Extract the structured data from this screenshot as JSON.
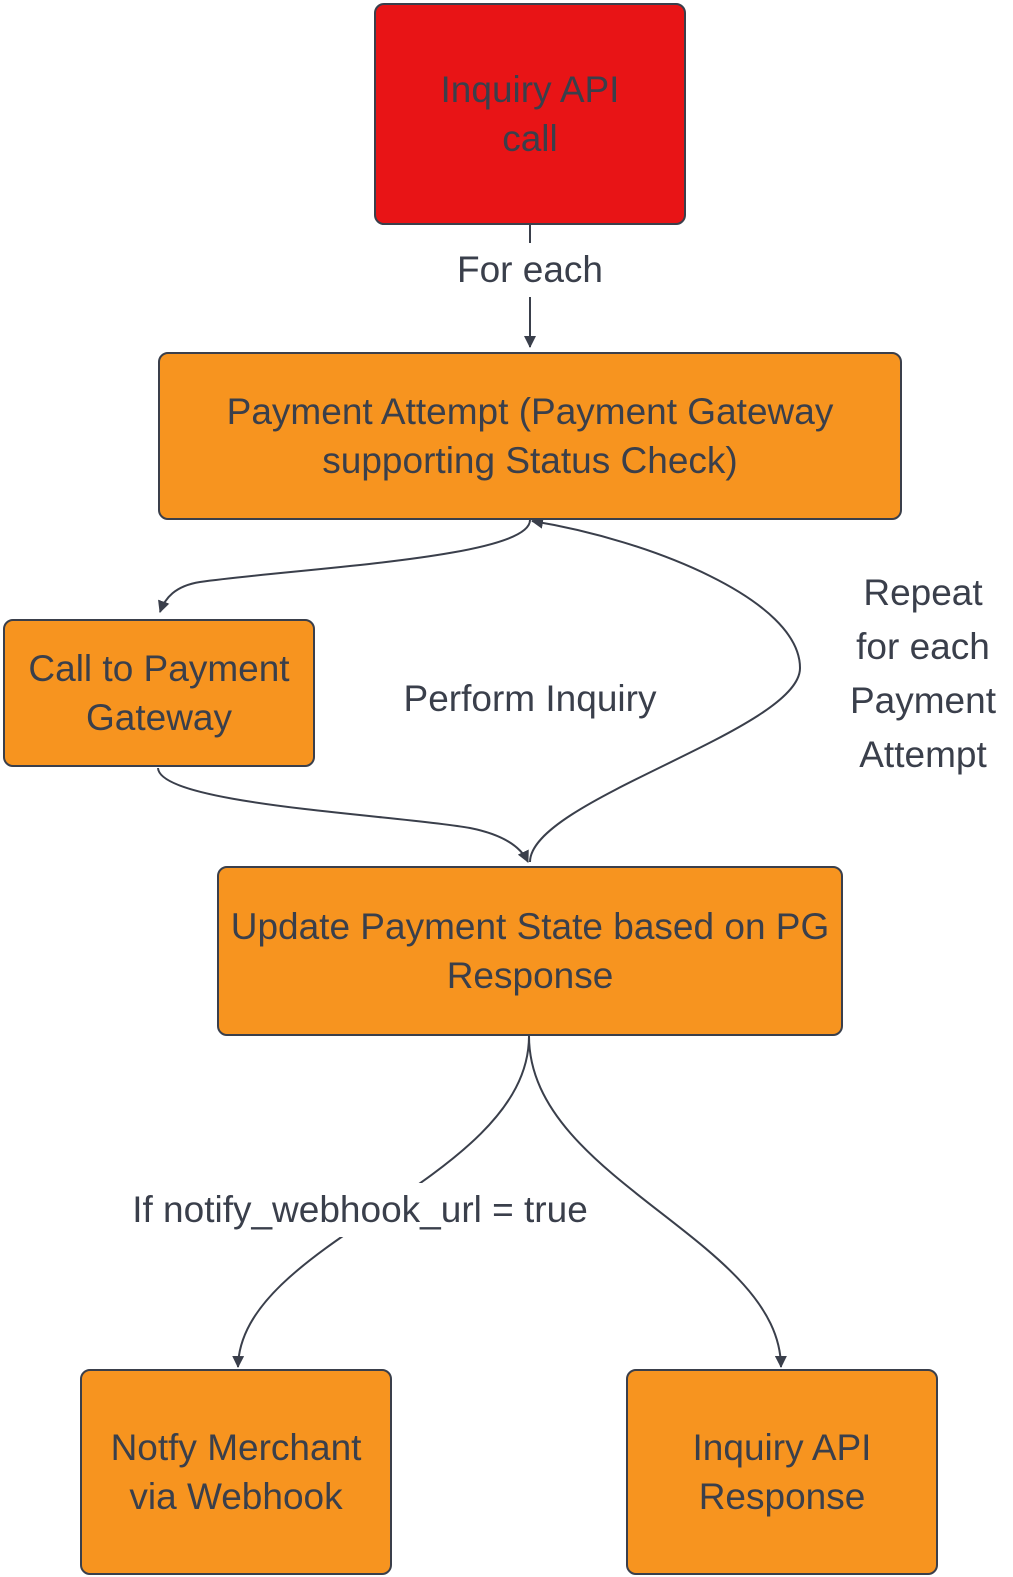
{
  "colors": {
    "start_node": "#e81416",
    "process_node": "#f7941f",
    "stroke": "#3a3f4b"
  },
  "nodes": {
    "inquiry_api_call": "Inquiry API call",
    "payment_attempt": "Payment Attempt (Payment Gateway supporting Status Check)",
    "call_to_pg": "Call to Payment Gateway",
    "update_state": "Update Payment State based on PG Response",
    "notify_merchant": "Notfy Merchant via Webhook",
    "inquiry_response": "Inquiry API Response"
  },
  "edge_labels": {
    "for_each": "For each",
    "perform_inquiry": "Perform Inquiry",
    "repeat": "Repeat for each Payment Attempt",
    "webhook_condition": "If notify_webhook_url = true"
  }
}
